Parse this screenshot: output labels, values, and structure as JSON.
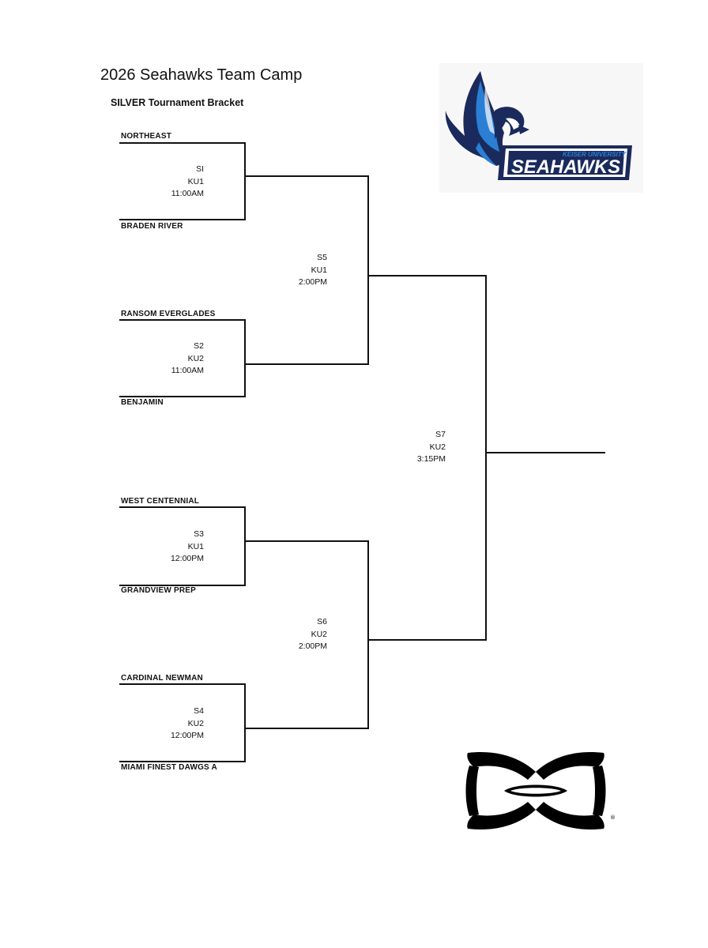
{
  "header": {
    "title": "2026 Seahawks Team Camp",
    "subtitle": "SILVER Tournament Bracket"
  },
  "teams": [
    "NORTHEAST",
    "BRADEN RIVER",
    "RANSOM EVERGLADES",
    "BENJAMIN",
    "WEST CENTENNIAL",
    "GRANDVIEW PREP",
    "CARDINAL NEWMAN",
    "MIAMI FINEST DAWGS A"
  ],
  "games": [
    {
      "id": "SI",
      "court": "KU1",
      "time": "11:00AM"
    },
    {
      "id": "S2",
      "court": "KU2",
      "time": "11:00AM"
    },
    {
      "id": "S3",
      "court": "KU1",
      "time": "12:00PM"
    },
    {
      "id": "S4",
      "court": "KU2",
      "time": "12:00PM"
    },
    {
      "id": "S5",
      "court": "KU1",
      "time": "2:00PM"
    },
    {
      "id": "S6",
      "court": "KU2",
      "time": "2:00PM"
    },
    {
      "id": "S7",
      "court": "KU2",
      "time": "3:15PM"
    }
  ],
  "logos": {
    "seahawks": {
      "small_text": "KEISER UNIVERSITY",
      "big_text": "SEAHAWKS",
      "navy": "#1b2a5c",
      "blue": "#2a7fd4"
    },
    "under_armour": {
      "mark": "®",
      "color": "#000000"
    }
  }
}
